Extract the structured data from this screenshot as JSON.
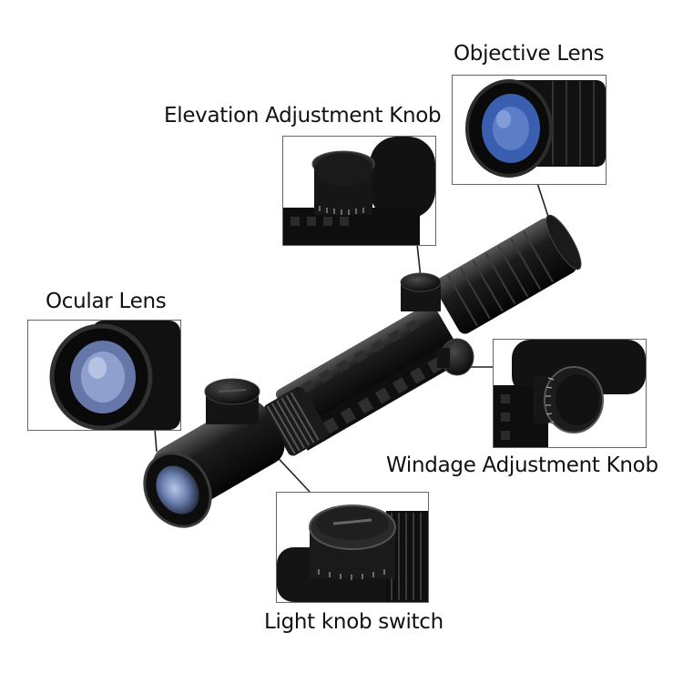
{
  "labels": {
    "objective_lens": "Objective Lens",
    "elevation_knob": "Elevation Adjustment Knob",
    "ocular_lens": "Ocular Lens",
    "windage_knob": "Windage Adjustment Knob",
    "light_switch": "Light knob switch"
  },
  "colors": {
    "label_text": "#111111",
    "scope_body": "#151515",
    "lens_blue": "#3b5fb0",
    "line": "#222222"
  },
  "icons": [
    "rifle-scope",
    "objective-lens",
    "ocular-lens",
    "turret-knob",
    "illumination-knob"
  ]
}
